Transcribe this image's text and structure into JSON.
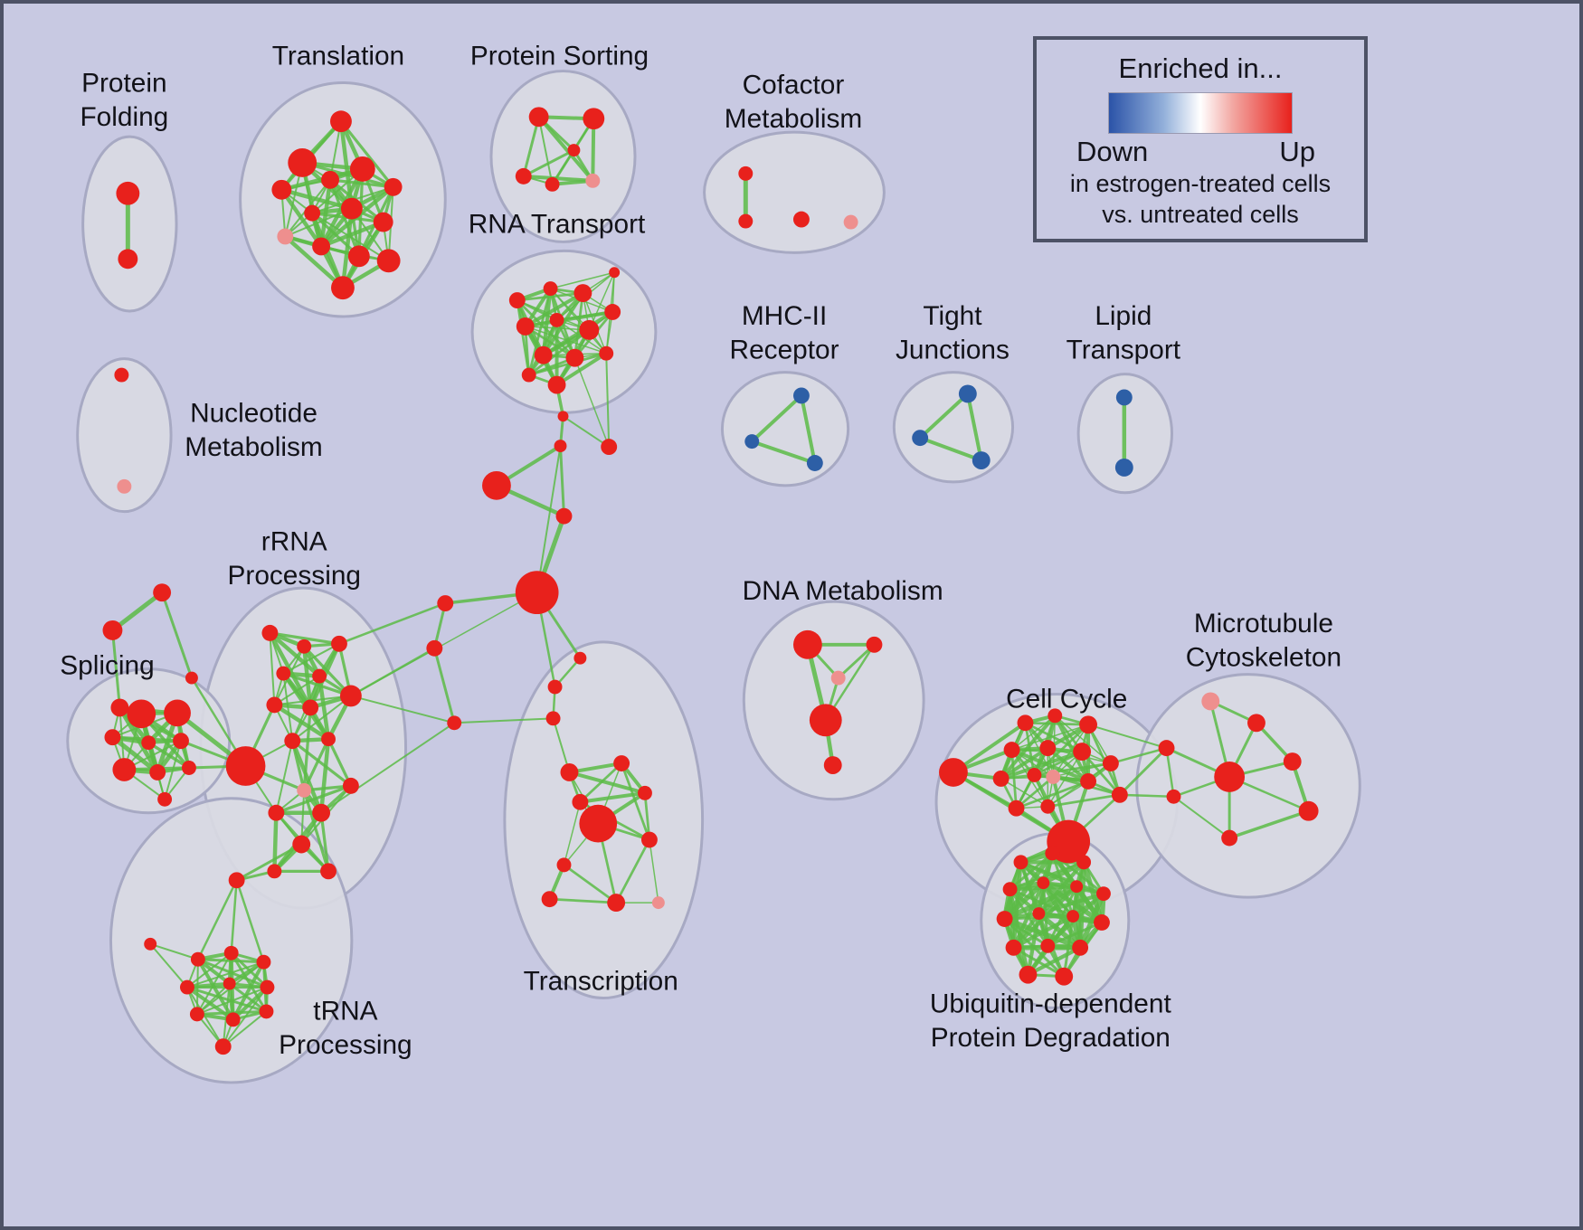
{
  "figure": {
    "description": "Gene-set enrichment network map"
  },
  "colors": {
    "red": "#e8211c",
    "pink": "#ee8f8e",
    "blue": "#2d5fa6",
    "edge": "#5cbb47",
    "cluster_fill": "#d9dae3",
    "cluster_stroke": "#a7a9c3",
    "label": "#121218",
    "background": "#c8c9e2",
    "frame": "#4d5266"
  },
  "legend": {
    "title": "Enriched in...",
    "down": "Down",
    "up": "Up",
    "line1": "in estrogen-treated cells",
    "line2": "vs. untreated cells",
    "gradient": [
      "#2b53a8 0%",
      "#93b0da 30%",
      "#ffffff 50%",
      "#f2a6a1 68%",
      "#e8211c 100%"
    ]
  },
  "clusters": [
    {
      "id": "protein-folding",
      "label_lines": [
        "Protein",
        "Folding"
      ],
      "label": [
        133,
        98
      ],
      "ellipse": [
        139,
        245,
        52,
        97
      ]
    },
    {
      "id": "translation",
      "label_lines": [
        "Translation"
      ],
      "label": [
        371,
        68
      ],
      "ellipse": [
        376,
        218,
        114,
        130
      ]
    },
    {
      "id": "protein-sorting",
      "label_lines": [
        "Protein Sorting"
      ],
      "label": [
        617,
        68
      ],
      "ellipse": [
        621,
        170,
        80,
        95
      ]
    },
    {
      "id": "cofactor-metabolism",
      "label_lines": [
        "Cofactor",
        "Metabolism"
      ],
      "label": [
        877,
        100
      ],
      "ellipse": [
        878,
        210,
        100,
        67
      ]
    },
    {
      "id": "rna-transport",
      "label_lines": [
        "RNA Transport"
      ],
      "label": [
        614,
        255
      ],
      "ellipse": [
        622,
        365,
        102,
        90
      ]
    },
    {
      "id": "nucleotide-metabolism",
      "label_lines": [
        "Nucleotide",
        "Metabolism"
      ],
      "label": [
        277,
        465
      ],
      "ellipse": [
        133,
        480,
        52,
        85
      ]
    },
    {
      "id": "mhc-ii-receptor",
      "label_lines": [
        "MHC-II",
        "Receptor"
      ],
      "label": [
        867,
        357
      ],
      "ellipse": [
        868,
        473,
        70,
        63
      ]
    },
    {
      "id": "tight-junctions",
      "label_lines": [
        "Tight",
        "Junctions"
      ],
      "label": [
        1054,
        357
      ],
      "ellipse": [
        1055,
        471,
        66,
        61
      ]
    },
    {
      "id": "lipid-transport",
      "label_lines": [
        "Lipid",
        "Transport"
      ],
      "label": [
        1244,
        357
      ],
      "ellipse": [
        1246,
        478,
        52,
        66
      ]
    },
    {
      "id": "rrna-processing",
      "label_lines": [
        "rRNA",
        "Processing"
      ],
      "label": [
        322,
        608
      ],
      "ellipse": [
        332,
        828,
        114,
        178
      ]
    },
    {
      "id": "splicing",
      "label_lines": [
        "Splicing"
      ],
      "label": [
        114,
        746
      ],
      "ellipse": [
        160,
        820,
        90,
        80
      ]
    },
    {
      "id": "trna-processing",
      "label_lines": [
        "tRNA",
        "Processing"
      ],
      "label": [
        379,
        1130
      ],
      "ellipse": [
        252,
        1042,
        134,
        158
      ]
    },
    {
      "id": "transcription",
      "label_lines": [
        "Transcription"
      ],
      "label": [
        663,
        1097
      ],
      "ellipse": [
        666,
        908,
        110,
        198
      ]
    },
    {
      "id": "dna-metabolism",
      "label_lines": [
        "DNA Metabolism"
      ],
      "label": [
        932,
        663
      ],
      "ellipse": [
        922,
        775,
        100,
        110
      ]
    },
    {
      "id": "cell-cycle",
      "label_lines": [
        "Cell Cycle"
      ],
      "label": [
        1181,
        783
      ],
      "ellipse": [
        1170,
        888,
        134,
        120
      ]
    },
    {
      "id": "microtubule-cytoskeleton",
      "label_lines": [
        "Microtubule",
        "Cytoskeleton"
      ],
      "label": [
        1400,
        699
      ],
      "ellipse": [
        1383,
        870,
        124,
        124
      ]
    },
    {
      "id": "ubiquitin-degradation",
      "label_lines": [
        "Ubiquitin-dependent",
        "Protein Degradation"
      ],
      "label": [
        1163,
        1122
      ],
      "ellipse": [
        1168,
        1020,
        82,
        97
      ]
    }
  ],
  "nodes": {
    "PF1": [
      137,
      211,
      13
    ],
    "PF2": [
      137,
      284,
      11
    ],
    "T1": [
      374,
      131,
      12
    ],
    "T2": [
      331,
      177,
      16
    ],
    "T3": [
      308,
      207,
      11
    ],
    "T4": [
      362,
      196,
      10
    ],
    "T5": [
      398,
      184,
      14
    ],
    "T6": [
      432,
      204,
      10
    ],
    "T7": [
      342,
      233,
      9
    ],
    "T8": [
      386,
      228,
      12
    ],
    "T9": [
      421,
      243,
      11
    ],
    "T10": [
      312,
      259,
      9,
      "pink"
    ],
    "T11": [
      352,
      270,
      10
    ],
    "T12": [
      394,
      281,
      12
    ],
    "T13": [
      427,
      286,
      13
    ],
    "T14": [
      376,
      316,
      13
    ],
    "PS1": [
      594,
      126,
      11
    ],
    "PS2": [
      655,
      128,
      12
    ],
    "PS3": [
      577,
      192,
      9
    ],
    "PS4": [
      609,
      201,
      8
    ],
    "PS5": [
      654,
      197,
      8,
      "pink"
    ],
    "PS6": [
      633,
      163,
      7
    ],
    "CM1": [
      824,
      189,
      8
    ],
    "CM2": [
      824,
      242,
      8
    ],
    "CM3": [
      886,
      240,
      9
    ],
    "CM4": [
      941,
      243,
      8,
      "pink"
    ],
    "R1": [
      570,
      330,
      9
    ],
    "R2": [
      607,
      317,
      8
    ],
    "R3": [
      643,
      322,
      10
    ],
    "R4": [
      676,
      343,
      9
    ],
    "R5": [
      579,
      359,
      10
    ],
    "R6": [
      614,
      352,
      8
    ],
    "R7": [
      650,
      363,
      11
    ],
    "R8": [
      599,
      391,
      10
    ],
    "R9": [
      634,
      394,
      10
    ],
    "R10": [
      669,
      389,
      8
    ],
    "R11": [
      614,
      424,
      10
    ],
    "R12": [
      583,
      413,
      8
    ],
    "R13": [
      678,
      299,
      6
    ],
    "C1": [
      621,
      459,
      6
    ],
    "C2": [
      618,
      492,
      7
    ],
    "C3": [
      672,
      493,
      9
    ],
    "C4": [
      547,
      536,
      16
    ],
    "C5": [
      622,
      570,
      9
    ],
    "HUB": [
      592,
      655,
      24
    ],
    "C6": [
      490,
      667,
      9
    ],
    "C7": [
      478,
      717,
      9
    ],
    "C8": [
      500,
      800,
      8
    ],
    "NM1": [
      130,
      413,
      8
    ],
    "NM2": [
      133,
      537,
      8,
      "pink"
    ],
    "M1": [
      886,
      436,
      9,
      "blue"
    ],
    "M2": [
      831,
      487,
      8,
      "blue"
    ],
    "M3": [
      901,
      511,
      9,
      "blue"
    ],
    "TJ1": [
      1071,
      434,
      10,
      "blue"
    ],
    "TJ2": [
      1018,
      483,
      9,
      "blue"
    ],
    "TJ3": [
      1086,
      508,
      10,
      "blue"
    ],
    "LT1": [
      1245,
      438,
      9,
      "blue"
    ],
    "LT2": [
      1245,
      516,
      10,
      "blue"
    ],
    "AS1": [
      175,
      655,
      10
    ],
    "AS2": [
      120,
      697,
      11
    ],
    "AS3": [
      208,
      750,
      7
    ],
    "S1": [
      128,
      783,
      10
    ],
    "S2": [
      152,
      790,
      16
    ],
    "S3": [
      192,
      789,
      15
    ],
    "S4": [
      120,
      816,
      9
    ],
    "S5": [
      160,
      822,
      8
    ],
    "S6": [
      196,
      820,
      9
    ],
    "S7": [
      133,
      852,
      13
    ],
    "S8": [
      170,
      855,
      9
    ],
    "S9": [
      205,
      850,
      8
    ],
    "S10": [
      178,
      885,
      8
    ],
    "RR1": [
      295,
      700,
      9
    ],
    "RR2": [
      333,
      715,
      8
    ],
    "RR3": [
      372,
      712,
      9
    ],
    "RR4": [
      310,
      745,
      8
    ],
    "RR5": [
      350,
      748,
      8
    ],
    "RR6": [
      385,
      770,
      12
    ],
    "RR7": [
      300,
      780,
      9
    ],
    "RR8": [
      340,
      783,
      9
    ],
    "RRbig": [
      268,
      848,
      22
    ],
    "RR9": [
      320,
      820,
      9
    ],
    "RR10": [
      360,
      818,
      8
    ],
    "RR11": [
      333,
      875,
      8,
      "pink"
    ],
    "RR12": [
      302,
      900,
      9
    ],
    "RR13": [
      352,
      900,
      10
    ],
    "RR14": [
      385,
      870,
      9
    ],
    "RR15": [
      330,
      935,
      10
    ],
    "RR16": [
      300,
      965,
      8
    ],
    "RR17": [
      360,
      965,
      9
    ],
    "TN0": [
      258,
      975,
      9
    ],
    "TN1": [
      215,
      1063,
      8
    ],
    "TN2": [
      252,
      1056,
      8
    ],
    "TN3": [
      288,
      1066,
      8
    ],
    "TN4": [
      203,
      1094,
      8
    ],
    "TN5": [
      250,
      1090,
      7
    ],
    "TN6": [
      292,
      1094,
      8
    ],
    "TN7": [
      214,
      1124,
      8
    ],
    "TN8": [
      254,
      1130,
      8
    ],
    "TN9": [
      291,
      1121,
      8
    ],
    "TN10": [
      243,
      1160,
      9
    ],
    "TNL": [
      162,
      1046,
      7
    ],
    "TR1": [
      640,
      728,
      7
    ],
    "TR2": [
      612,
      760,
      8
    ],
    "TR3": [
      610,
      795,
      8
    ],
    "TR4": [
      628,
      855,
      10
    ],
    "TR5": [
      686,
      845,
      9
    ],
    "TR6": [
      640,
      888,
      9
    ],
    "TRbig": [
      660,
      912,
      21
    ],
    "TR7": [
      712,
      878,
      8
    ],
    "TR8": [
      717,
      930,
      9
    ],
    "TR9": [
      622,
      958,
      8
    ],
    "TR10": [
      606,
      996,
      9
    ],
    "TR11": [
      680,
      1000,
      10
    ],
    "TR12": [
      727,
      1000,
      7,
      "pink"
    ],
    "D1": [
      893,
      713,
      16
    ],
    "D2": [
      967,
      713,
      9
    ],
    "D3": [
      927,
      750,
      8,
      "pink"
    ],
    "D4": [
      913,
      797,
      18
    ],
    "D5": [
      921,
      847,
      10
    ],
    "CCL": [
      1055,
      855,
      16
    ],
    "CC1": [
      1135,
      800,
      9
    ],
    "CC2": [
      1168,
      792,
      8
    ],
    "CC3": [
      1205,
      802,
      10
    ],
    "CC4": [
      1120,
      830,
      9
    ],
    "CC5": [
      1160,
      828,
      9
    ],
    "CC6": [
      1198,
      832,
      10
    ],
    "CC7": [
      1230,
      845,
      9
    ],
    "CC8": [
      1108,
      862,
      9
    ],
    "CC9": [
      1145,
      858,
      8
    ],
    "CCP": [
      1166,
      860,
      8,
      "pink"
    ],
    "CC10": [
      1205,
      865,
      9
    ],
    "CC11": [
      1125,
      895,
      9
    ],
    "CC12": [
      1160,
      893,
      8
    ],
    "CCB": [
      1183,
      932,
      24
    ],
    "CC13": [
      1240,
      880,
      9
    ],
    "MTP": [
      1341,
      776,
      10,
      "pink"
    ],
    "MT1": [
      1392,
      800,
      10
    ],
    "MT2": [
      1292,
      828,
      9
    ],
    "MT3": [
      1362,
      860,
      17
    ],
    "MT4": [
      1432,
      843,
      10
    ],
    "MT5": [
      1450,
      898,
      11
    ],
    "MT6": [
      1362,
      928,
      9
    ],
    "MT7": [
      1300,
      882,
      8
    ],
    "U1": [
      1130,
      955,
      8
    ],
    "U2": [
      1165,
      945,
      8
    ],
    "U3": [
      1200,
      955,
      8
    ],
    "U4": [
      1118,
      985,
      8
    ],
    "U5": [
      1155,
      978,
      7
    ],
    "U6": [
      1192,
      982,
      7
    ],
    "U7": [
      1222,
      990,
      8
    ],
    "U8": [
      1112,
      1018,
      9
    ],
    "U9": [
      1150,
      1012,
      7
    ],
    "U10": [
      1188,
      1015,
      7
    ],
    "U11": [
      1220,
      1022,
      9
    ],
    "U12": [
      1122,
      1050,
      9
    ],
    "U13": [
      1160,
      1048,
      8
    ],
    "U14": [
      1196,
      1050,
      9
    ],
    "U15": [
      1138,
      1080,
      10
    ],
    "U16": [
      1178,
      1082,
      10
    ]
  },
  "mesh_groups": [
    {
      "name": "translation",
      "nodes": [
        "T1",
        "T2",
        "T3",
        "T4",
        "T5",
        "T6",
        "T7",
        "T8",
        "T9",
        "T10",
        "T11",
        "T12",
        "T13",
        "T14"
      ],
      "max_dist": 105,
      "w": [
        2,
        4.5
      ]
    },
    {
      "name": "protein-sorting",
      "nodes": [
        "PS1",
        "PS2",
        "PS3",
        "PS4",
        "PS5",
        "PS6"
      ],
      "max_dist": 95,
      "w": [
        2,
        4
      ]
    },
    {
      "name": "rna-transport",
      "nodes": [
        "R1",
        "R2",
        "R3",
        "R4",
        "R5",
        "R6",
        "R7",
        "R8",
        "R9",
        "R10",
        "R11",
        "R12",
        "R13"
      ],
      "max_dist": 100,
      "w": [
        1.5,
        4
      ]
    },
    {
      "name": "splicing",
      "nodes": [
        "S1",
        "S2",
        "S3",
        "S4",
        "S5",
        "S6",
        "S7",
        "S8",
        "S9",
        "S10"
      ],
      "max_dist": 85,
      "w": [
        2,
        5
      ]
    },
    {
      "name": "rrna",
      "nodes": [
        "RR1",
        "RR2",
        "RR3",
        "RR4",
        "RR5",
        "RR6",
        "RR7",
        "RR8",
        "RRbig",
        "RR9",
        "RR10",
        "RR11",
        "RR12",
        "RR13",
        "RR14",
        "RR15",
        "RR16",
        "RR17"
      ],
      "max_dist": 95,
      "w": [
        2,
        4.5
      ]
    },
    {
      "name": "trna",
      "nodes": [
        "TN1",
        "TN2",
        "TN3",
        "TN4",
        "TN5",
        "TN6",
        "TN7",
        "TN8",
        "TN9",
        "TN10"
      ],
      "max_dist": 95,
      "w": [
        2,
        4
      ]
    },
    {
      "name": "transcription",
      "nodes": [
        "TR4",
        "TR5",
        "TR6",
        "TRbig",
        "TR7",
        "TR8",
        "TR9",
        "TR10",
        "TR11",
        "TR12"
      ],
      "max_dist": 95,
      "w": [
        1.5,
        4
      ]
    },
    {
      "name": "cell-cycle",
      "nodes": [
        "CC1",
        "CC2",
        "CC3",
        "CC4",
        "CC5",
        "CC6",
        "CC7",
        "CC8",
        "CC9",
        "CCP",
        "CC10",
        "CC11",
        "CC12",
        "CCB",
        "CC13"
      ],
      "max_dist": 95,
      "w": [
        1.5,
        4
      ]
    },
    {
      "name": "ubiquitin",
      "nodes": [
        "U1",
        "U2",
        "U3",
        "U4",
        "U5",
        "U6",
        "U7",
        "U8",
        "U9",
        "U10",
        "U11",
        "U12",
        "U13",
        "U14",
        "U15",
        "U16"
      ],
      "max_dist": 100,
      "w": [
        3,
        5.5
      ]
    }
  ],
  "edges": [
    [
      "PF1",
      "PF2",
      5
    ],
    [
      "CM1",
      "CM2",
      5
    ],
    [
      "M1",
      "M2",
      4
    ],
    [
      "M2",
      "M3",
      4
    ],
    [
      "M1",
      "M3",
      4
    ],
    [
      "TJ1",
      "TJ2",
      4
    ],
    [
      "TJ2",
      "TJ3",
      4
    ],
    [
      "TJ1",
      "TJ3",
      4
    ],
    [
      "LT1",
      "LT2",
      4.5
    ],
    [
      "R11",
      "C1",
      3.5
    ],
    [
      "C1",
      "C2",
      3
    ],
    [
      "C1",
      "C3",
      2
    ],
    [
      "C3",
      "R10",
      2
    ],
    [
      "C3",
      "R9",
      1.5
    ],
    [
      "C2",
      "C4",
      4
    ],
    [
      "C2",
      "C5",
      3
    ],
    [
      "C4",
      "C5",
      4.5
    ],
    [
      "C5",
      "HUB",
      5
    ],
    [
      "C2",
      "HUB",
      2
    ],
    [
      "HUB",
      "TR1",
      3
    ],
    [
      "HUB",
      "TR2",
      2.5
    ],
    [
      "HUB",
      "C6",
      3.5
    ],
    [
      "C6",
      "C7",
      3
    ],
    [
      "C7",
      "C8",
      3
    ],
    [
      "C6",
      "RR3",
      2.5
    ],
    [
      "C7",
      "RR6",
      2.5
    ],
    [
      "C8",
      "RR6",
      2
    ],
    [
      "C8",
      "RR13",
      2
    ],
    [
      "C8",
      "TR3",
      2
    ],
    [
      "HUB",
      "RR6",
      1.5
    ],
    [
      "TR1",
      "TR2",
      2.5
    ],
    [
      "TR2",
      "TR3",
      2.5
    ],
    [
      "TR3",
      "TR4",
      2
    ],
    [
      "AS1",
      "AS2",
      5
    ],
    [
      "AS1",
      "AS3",
      3
    ],
    [
      "AS2",
      "S1",
      3
    ],
    [
      "AS3",
      "RRbig",
      2.5
    ],
    [
      "S3",
      "RRbig",
      5
    ],
    [
      "S6",
      "RRbig",
      3
    ],
    [
      "S9",
      "RRbig",
      3
    ],
    [
      "RR15",
      "TN0",
      3
    ],
    [
      "RR16",
      "TN0",
      3
    ],
    [
      "TN0",
      "TN1",
      2.5
    ],
    [
      "TN0",
      "TN2",
      2.5
    ],
    [
      "TN0",
      "TN3",
      2.5
    ],
    [
      "TNL",
      "TN1",
      2
    ],
    [
      "TNL",
      "TN4",
      2
    ],
    [
      "D1",
      "D2",
      4
    ],
    [
      "D1",
      "D3",
      3
    ],
    [
      "D1",
      "D4",
      5
    ],
    [
      "D2",
      "D3",
      3
    ],
    [
      "D2",
      "D4",
      2.5
    ],
    [
      "D3",
      "D4",
      3
    ],
    [
      "D4",
      "D5",
      4.5
    ],
    [
      "CCL",
      "CC1",
      4
    ],
    [
      "CCL",
      "CC4",
      4
    ],
    [
      "CCL",
      "CC8",
      4
    ],
    [
      "CCL",
      "CC11",
      3.5
    ],
    [
      "CCL",
      "CCB",
      4
    ],
    [
      "CC13",
      "MT2",
      3
    ],
    [
      "CC7",
      "MT2",
      2.5
    ],
    [
      "CC13",
      "MT7",
      2.5
    ],
    [
      "CC3",
      "MT2",
      2
    ],
    [
      "MTP",
      "MT1",
      3
    ],
    [
      "MTP",
      "MT3",
      3
    ],
    [
      "MT1",
      "MT3",
      3
    ],
    [
      "MT1",
      "MT4",
      3.5
    ],
    [
      "MT3",
      "MT4",
      3
    ],
    [
      "MT4",
      "MT5",
      4
    ],
    [
      "MT3",
      "MT5",
      2.5
    ],
    [
      "MT3",
      "MT6",
      3
    ],
    [
      "MT5",
      "MT6",
      3.5
    ],
    [
      "MT2",
      "MT3",
      3
    ],
    [
      "MT2",
      "MT7",
      2.5
    ],
    [
      "MT7",
      "MT3",
      2.5
    ],
    [
      "MT6",
      "MT7",
      2
    ],
    [
      "CCB",
      "U1",
      4
    ],
    [
      "CCB",
      "U2",
      5
    ],
    [
      "CCB",
      "U3",
      4
    ]
  ]
}
